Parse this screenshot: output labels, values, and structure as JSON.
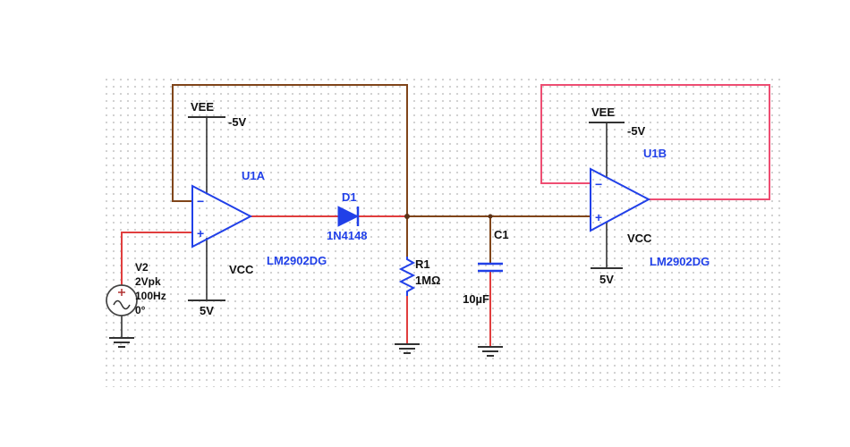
{
  "colors": {
    "component_blue": "#2140e8",
    "wire_red": "#e03e3e",
    "wire_brown": "#80451a",
    "wire_pink": "#ee4d72",
    "symbol_black": "#333333",
    "grid_dot": "#cfcfcf",
    "background": "#ffffff",
    "node_dot": "#5c3317"
  },
  "opamp_u1a": {
    "ref": "U1A",
    "part": "LM2902DG",
    "minus": "−",
    "plus": "+",
    "vee": {
      "rail": "VEE",
      "value": "-5V"
    },
    "vcc": {
      "rail": "VCC",
      "value": "5V"
    }
  },
  "opamp_u1b": {
    "ref": "U1B",
    "part": "LM2902DG",
    "minus": "−",
    "plus": "+",
    "vee": {
      "rail": "VEE",
      "value": "-5V"
    },
    "vcc": {
      "rail": "VCC",
      "value": "5V"
    }
  },
  "source_v2": {
    "ref": "V2",
    "amplitude": "2Vpk",
    "frequency": "100Hz",
    "phase": "0°",
    "plus": "+"
  },
  "diode_d1": {
    "ref": "D1",
    "part": "1N4148"
  },
  "resistor_r1": {
    "ref": "R1",
    "value": "1MΩ"
  },
  "capacitor_c1": {
    "ref": "C1",
    "value": "10µF"
  }
}
